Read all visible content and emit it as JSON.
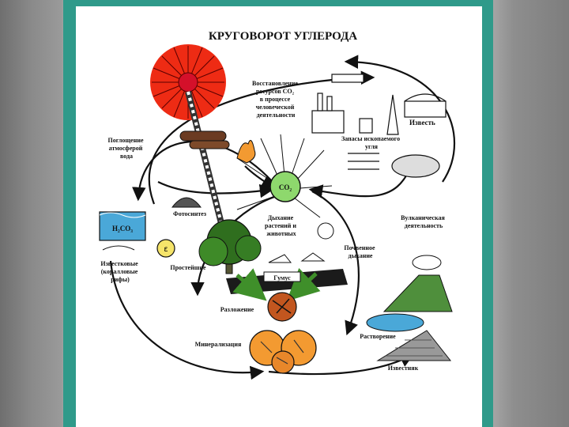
{
  "title": "КРУГОВОРОТ УГЛЕРОДА",
  "co2": "CO₂",
  "h2co3": "H₂CO₃",
  "labels": {
    "restoration": [
      "Восстановление",
      "ресурсов CO₂",
      "в процессе",
      "человеческой",
      "деятельности"
    ],
    "lime": "Известь",
    "atmo_absorption": [
      "Поглощение",
      "атмосферой",
      "вода"
    ],
    "fossil_coal": [
      "Запасы ископаемого",
      "угля"
    ],
    "photosynthesis": "Фотосинтез",
    "respiration": [
      "Дыхание",
      "растений и",
      "животных"
    ],
    "volcanic": [
      "Вулканическая",
      "деятельность"
    ],
    "soil_respiration": [
      "Почвенное",
      "дыхание"
    ],
    "limestone_reefs": [
      "Известковые",
      "(коралловые",
      "рифы)"
    ],
    "protozoa": "Простейшие",
    "humus": "Гумус",
    "decomposition": "Разложение",
    "mineralization": "Минерализация",
    "dissolution": "Растворение",
    "limestone": "Известняк"
  },
  "colors": {
    "frame": "#2f9a8a",
    "sun_outer": "#ee2b14",
    "sun_core": "#d4102a",
    "co2_node": "#8ed86d",
    "water": "#4aa8d8",
    "orange": "#f39a31",
    "tree_green": "#2f6e1e",
    "arrow_green": "#3f8f2a",
    "volcano": "#4f8f3c"
  }
}
